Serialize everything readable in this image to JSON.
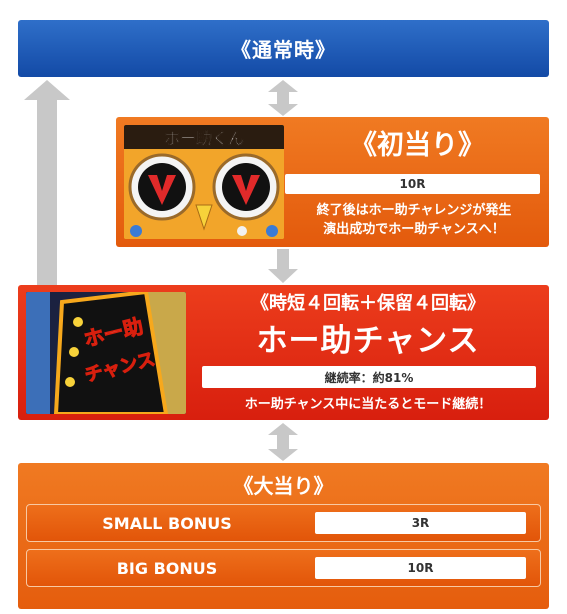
{
  "normal": {
    "title": "《通常時》"
  },
  "first_hit": {
    "title": "《初当り》",
    "rounds": "10R",
    "description_line1": "終了後はホー助チャレンジが発生",
    "description_line2": "演出成功でホー助チャンスへ！",
    "image_lettering": "ホー助くん"
  },
  "chance": {
    "subtitle": "《時短４回転＋保留４回転》",
    "title": "ホー助チャンス",
    "continuation": "継続率：約81%",
    "description": "ホー助チャンス中に当たるとモード継続！",
    "image_lettering": "ホー助チャンス"
  },
  "big_hit": {
    "title": "《大当り》",
    "bonuses": [
      {
        "label": "SMALL BONUS",
        "rounds": "3R"
      },
      {
        "label": "BIG BONUS",
        "rounds": "10R"
      }
    ]
  },
  "colors": {
    "blue": "#1e5bb8",
    "orange": "#e8640f",
    "red": "#dd2a12",
    "arrow": "#c8c8c8"
  }
}
